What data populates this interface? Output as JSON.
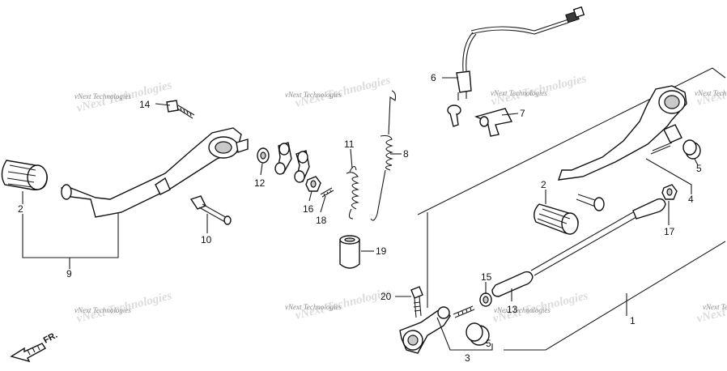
{
  "watermark": "vNext Technologies",
  "direction_label": "FR.",
  "callouts": {
    "c1": "1",
    "c2a": "2",
    "c2b": "2",
    "c3": "3",
    "c4": "4",
    "c5a": "5",
    "c5b": "5",
    "c6": "6",
    "c7": "7",
    "c8": "8",
    "c9": "9",
    "c10": "10",
    "c11": "11",
    "c12": "12",
    "c13": "13",
    "c14": "14",
    "c15": "15",
    "c16": "16",
    "c17": "17",
    "c18": "18",
    "c19": "19",
    "c20": "20"
  }
}
